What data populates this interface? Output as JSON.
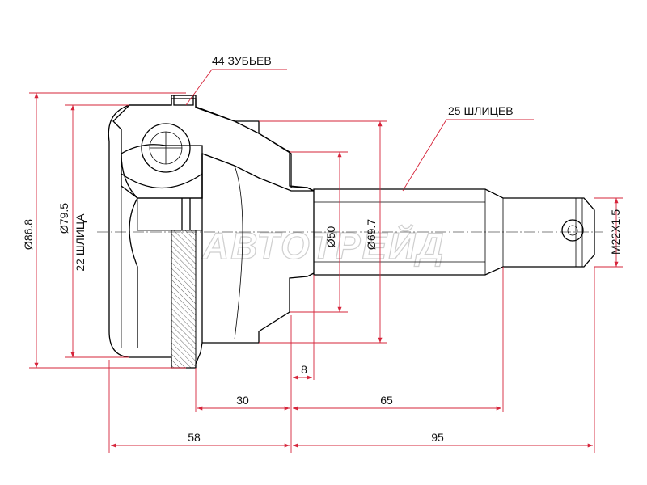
{
  "labels": {
    "teeth": "44 ЗУБЬЕВ",
    "splines_outer": "25 ШЛИЦЕВ",
    "splines_inner": "22 ШЛИЦА",
    "d_outer": "Ø86.8",
    "d_bell": "Ø79.5",
    "d_seal": "Ø50",
    "d_shaft": "Ø69.7",
    "thread": "M22X1.5",
    "len_8": "8",
    "len_30": "30",
    "len_65": "65",
    "len_58": "58",
    "len_95": "95"
  },
  "watermark": "АВТОТРЕЙД",
  "colors": {
    "dimension": "#d6243a",
    "outline": "#000000",
    "watermark": "#cfcfcf"
  }
}
